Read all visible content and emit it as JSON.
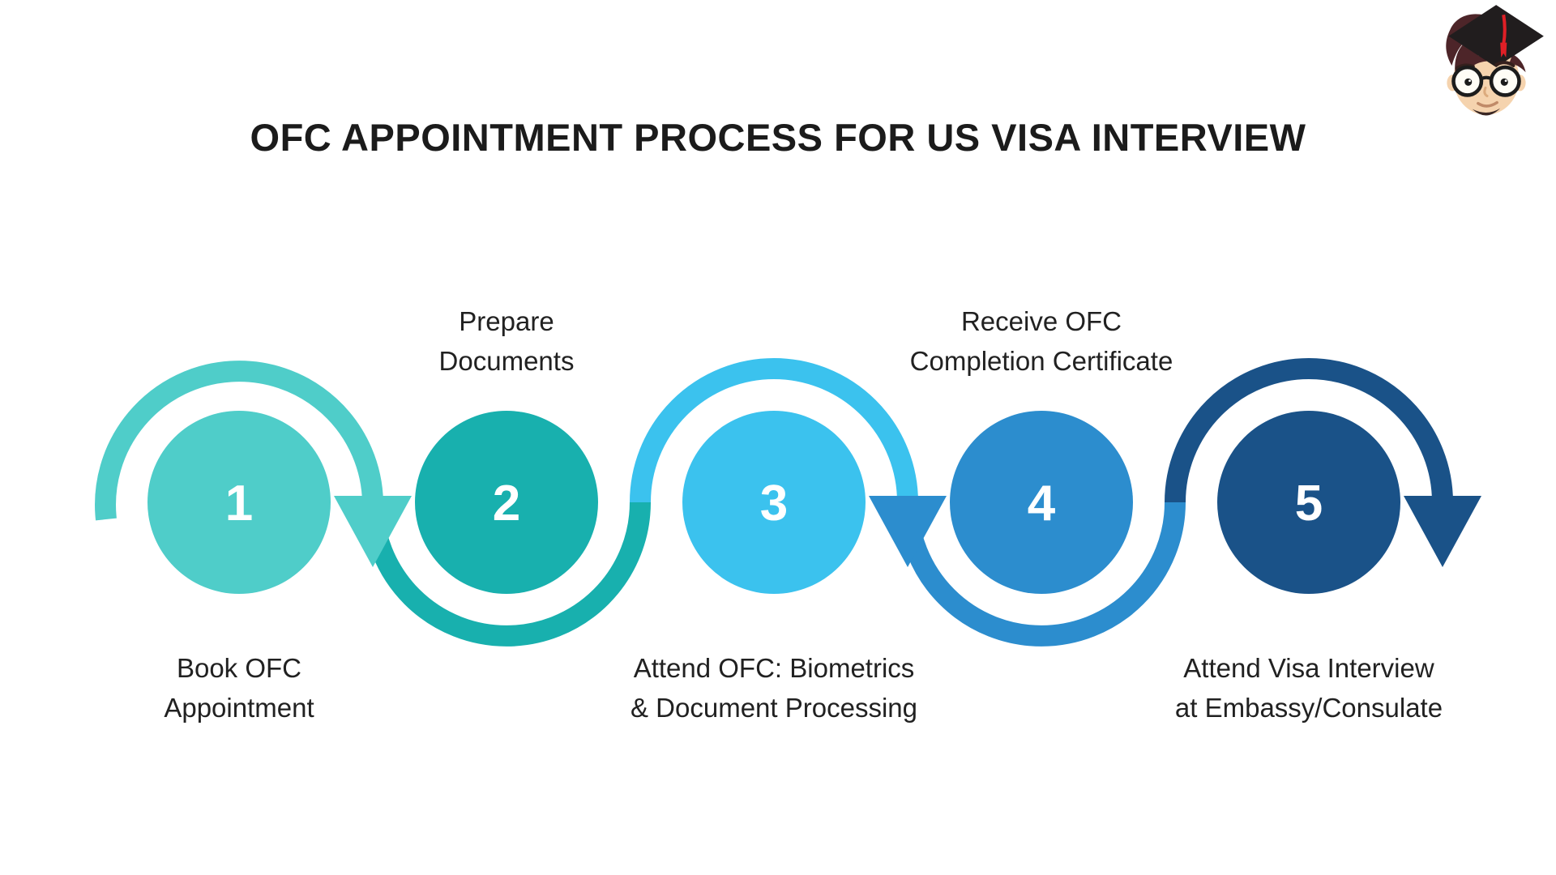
{
  "title": "OFC APPOINTMENT PROCESS FOR US VISA INTERVIEW",
  "colors": {
    "background": "#ffffff",
    "title_text": "#1b1b1b",
    "label_text": "#212121",
    "step_number_text": "#ffffff"
  },
  "steps": [
    {
      "number": "1",
      "color": "#4fcdc9",
      "label_line1": "Book OFC",
      "label_line2": "Appointment",
      "label_position": "below"
    },
    {
      "number": "2",
      "color": "#18b0ae",
      "label_line1": "Prepare",
      "label_line2": "Documents",
      "label_position": "above"
    },
    {
      "number": "3",
      "color": "#3bc2ee",
      "label_line1": "Attend OFC: Biometrics",
      "label_line2": "& Document Processing",
      "label_position": "below"
    },
    {
      "number": "4",
      "color": "#2c8dce",
      "label_line1": "Receive OFC",
      "label_line2": "Completion Certificate",
      "label_position": "above"
    },
    {
      "number": "5",
      "color": "#1a5288",
      "label_line1": "Attend Visa Interview",
      "label_line2": "at Embassy/Consulate",
      "label_position": "below"
    }
  ],
  "mascot": {
    "icon_name": "graduate-boy-mascot",
    "hair_color": "#4d2529",
    "skin_color": "#f5d3ae",
    "cap_color": "#211d1e",
    "tassel_color": "#e01f26",
    "glasses_color": "#1c1c1c"
  }
}
